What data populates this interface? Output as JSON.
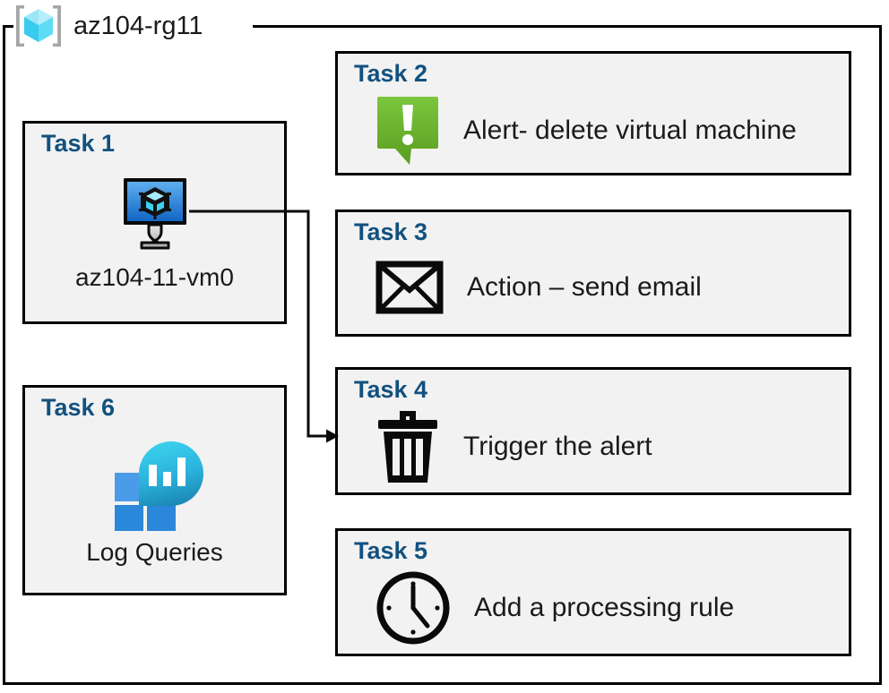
{
  "resource_group": {
    "name": "az104-rg11",
    "icon": "azure-resource-group-icon"
  },
  "colors": {
    "task_heading": "#12517F",
    "box_fill": "#F2F2F2",
    "box_border": "#000000",
    "alert_green_light": "#79C534",
    "alert_green_dark": "#5A9E21",
    "vm_screen_blue_light": "#4FA3E8",
    "vm_screen_blue_dark": "#1565C0",
    "log_cyan": "#32C5E8",
    "log_teal": "#1C8BB5",
    "log_square_light": "#4A9BE8",
    "log_square_dark": "#2B87D9"
  },
  "tasks": [
    {
      "id": "task-1",
      "title": "Task 1",
      "caption": "az104-11-vm0",
      "icon": "virtual-machine-icon",
      "column": "left"
    },
    {
      "id": "task-2",
      "title": "Task 2",
      "label": "Alert- delete virtual machine",
      "icon": "alert-callout-icon",
      "column": "right"
    },
    {
      "id": "task-3",
      "title": "Task 3",
      "label": "Action – send email",
      "icon": "envelope-icon",
      "column": "right"
    },
    {
      "id": "task-4",
      "title": "Task 4",
      "label": "Trigger the alert",
      "icon": "trash-can-icon",
      "column": "right"
    },
    {
      "id": "task-5",
      "title": "Task 5",
      "label": "Add a processing rule",
      "icon": "clock-icon",
      "column": "right"
    },
    {
      "id": "task-6",
      "title": "Task 6",
      "caption": "Log Queries",
      "icon": "log-analytics-icon",
      "column": "left"
    }
  ],
  "connectors": [
    {
      "id": "vm-to-trigger",
      "from": "task-1",
      "to": "task-4",
      "style": "elbow-arrow"
    }
  ]
}
